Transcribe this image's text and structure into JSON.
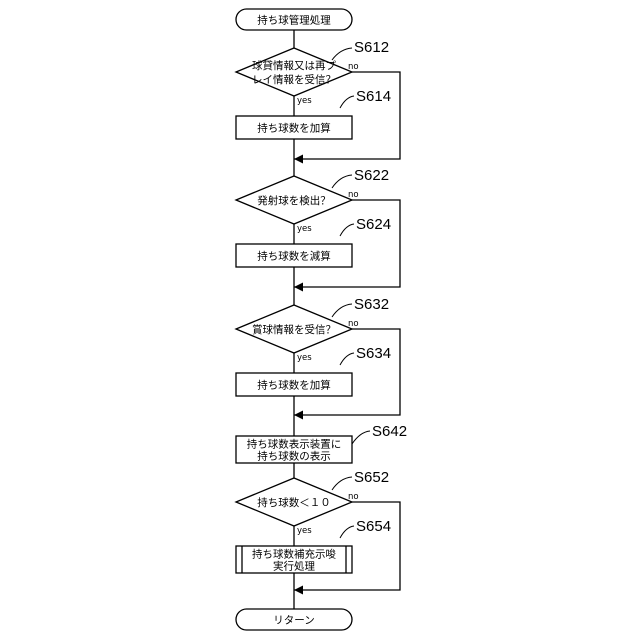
{
  "terminals": {
    "start": "持ち球管理処理",
    "end": "リターン"
  },
  "steps": {
    "s612": {
      "id": "S612",
      "line1": "球貸情報又は再プ",
      "line2": "レイ情報を受信？",
      "yes": "yes",
      "no": "no"
    },
    "s614": {
      "id": "S614",
      "text": "持ち球数を加算"
    },
    "s622": {
      "id": "S622",
      "text": "発射球を検出？",
      "yes": "yes",
      "no": "no"
    },
    "s624": {
      "id": "S624",
      "text": "持ち球数を減算"
    },
    "s632": {
      "id": "S632",
      "text": "賞球情報を受信？",
      "yes": "yes",
      "no": "no"
    },
    "s634": {
      "id": "S634",
      "text": "持ち球数を加算"
    },
    "s642": {
      "id": "S642",
      "line1": "持ち球数表示装置に",
      "line2": "持ち球数の表示"
    },
    "s652": {
      "id": "S652",
      "text": "持ち球数＜１０",
      "yes": "yes",
      "no": "no"
    },
    "s654": {
      "id": "S654",
      "line1": "持ち球数補充示唆",
      "line2": "実行処理"
    }
  }
}
